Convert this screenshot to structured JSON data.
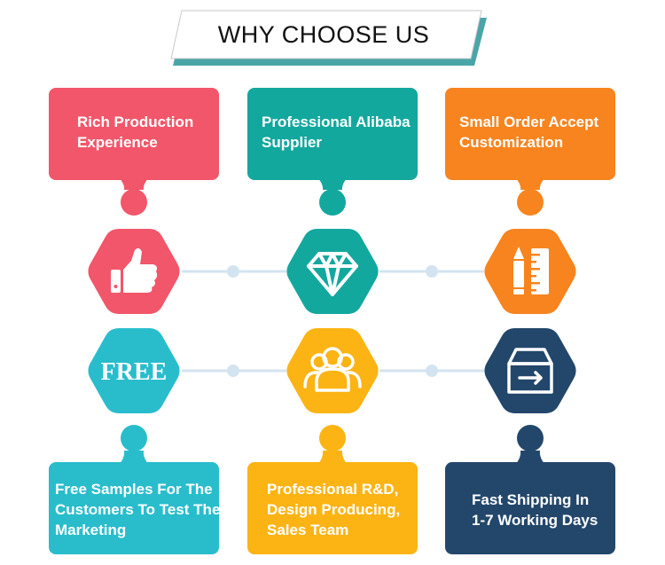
{
  "title": "WHY CHOOSE US",
  "colors": {
    "pink": "#f2566a",
    "teal": "#13a89e",
    "orange": "#f7841f",
    "cyan": "#29bdcc",
    "yellow": "#fbb414",
    "navy": "#23476b",
    "connector": "#d3e4f0",
    "title_accent": "#4aa5a8"
  },
  "cards_top": [
    {
      "lines": [
        "Rich Production",
        "Experience"
      ],
      "color": "pink"
    },
    {
      "lines": [
        "Professional Alibaba",
        "Supplier"
      ],
      "color": "teal"
    },
    {
      "lines": [
        "Small Order Accept",
        "Customization"
      ],
      "color": "orange"
    }
  ],
  "cards_bottom": [
    {
      "lines": [
        "Free Samples For The",
        "Customers To Test The",
        "Marketing"
      ],
      "color": "cyan"
    },
    {
      "lines": [
        "Professional R&D,",
        "Design Producing,",
        "Sales Team"
      ],
      "color": "yellow"
    },
    {
      "lines": [
        "Fast Shipping In",
        "1-7 Working Days"
      ],
      "color": "navy"
    }
  ],
  "hex_top": [
    {
      "icon": "thumbs-up-icon",
      "color": "pink"
    },
    {
      "icon": "diamond-icon",
      "color": "teal"
    },
    {
      "icon": "pencil-ruler-icon",
      "color": "orange"
    }
  ],
  "hex_bottom": [
    {
      "icon": "free-badge-icon",
      "color": "cyan",
      "label": "FREE"
    },
    {
      "icon": "team-icon",
      "color": "yellow"
    },
    {
      "icon": "delivery-box-icon",
      "color": "navy"
    }
  ]
}
